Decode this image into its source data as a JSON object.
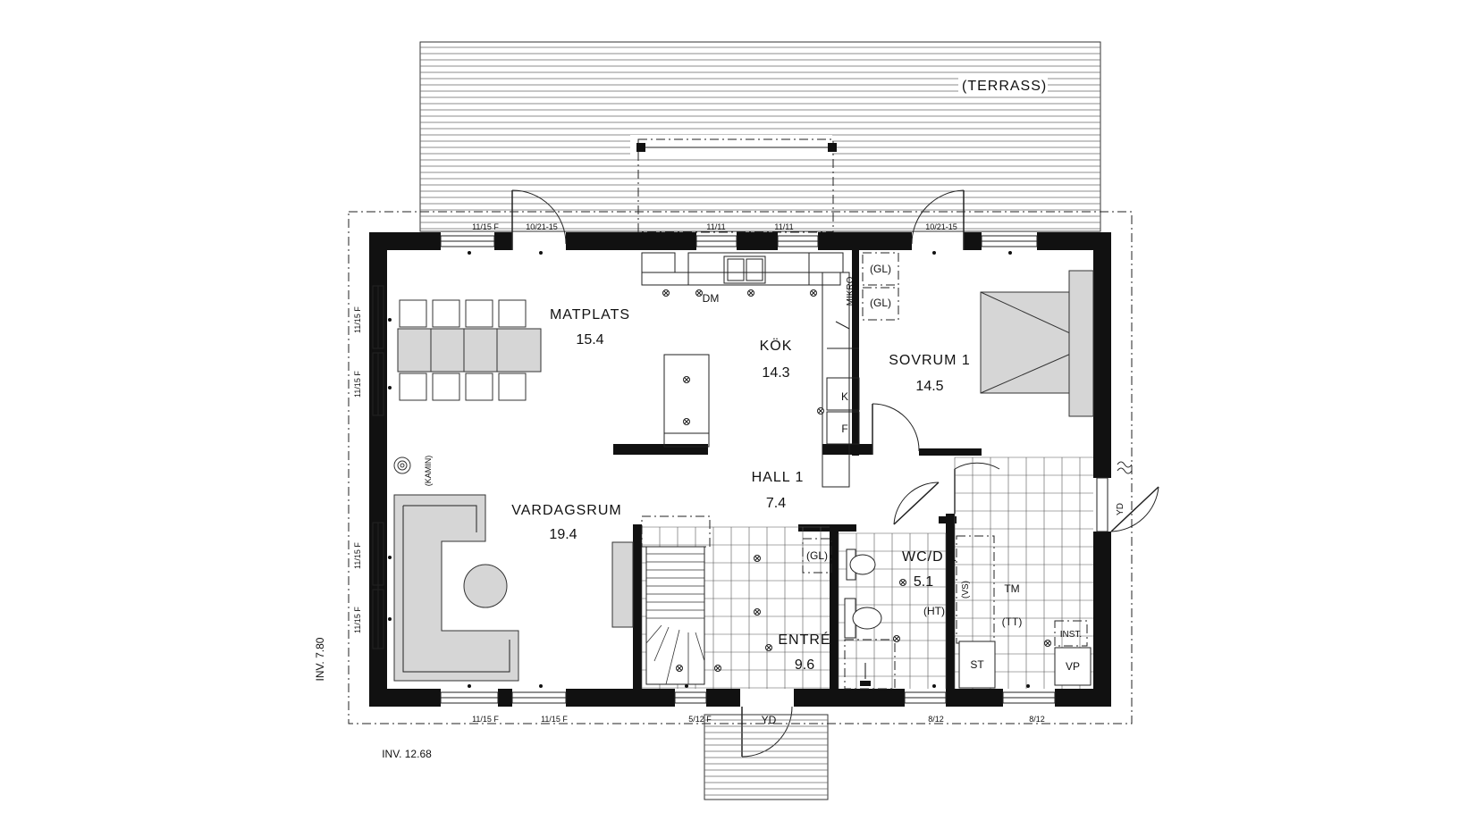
{
  "rooms": {
    "terrace": "(TERRASS)",
    "dining": {
      "name": "MATPLATS",
      "area": "15.4"
    },
    "kitchen": {
      "name": "KÖK",
      "area": "14.3"
    },
    "bedroom": {
      "name": "SOVRUM 1",
      "area": "14.5"
    },
    "hall": {
      "name": "HALL 1",
      "area": "7.4"
    },
    "living": {
      "name": "VARDAGSRUM",
      "area": "19.4"
    },
    "entry": {
      "name": "ENTRÉ",
      "area": "9.6"
    },
    "wc": {
      "name": "WC/D 1",
      "area": "5.1"
    }
  },
  "fixtures": {
    "dm": "DM",
    "mikro": "MIKRO",
    "gl1": "(GL)",
    "gl2": "(GL)",
    "gl3": "(GL)",
    "k": "K",
    "f": "F",
    "kamin": "(KAMIN)",
    "ht": "(HT)",
    "vs": "(VS)",
    "tm": "TM",
    "tt": "(TT)",
    "inst": "INST.",
    "vp": "VP",
    "st": "ST",
    "yd_side": "YD",
    "yd_front": "YD"
  },
  "window_labels": {
    "top_1": "11/15 F",
    "top_door_1": "10/21-15",
    "top_2": "11/11",
    "top_3": "11/11",
    "top_door_2": "10/21-15",
    "left_1": "11/15 F",
    "left_2": "11/15 F",
    "left_3": "11/15 F",
    "left_4": "11/15 F",
    "bottom_1": "11/15 F",
    "bottom_2": "11/15 F",
    "bottom_3": "5/12 F",
    "bottom_4": "8/12",
    "bottom_5": "8/12"
  },
  "levels": {
    "inv_side": "INV. 7.80",
    "inv_bottom": "INV. 12.68"
  }
}
